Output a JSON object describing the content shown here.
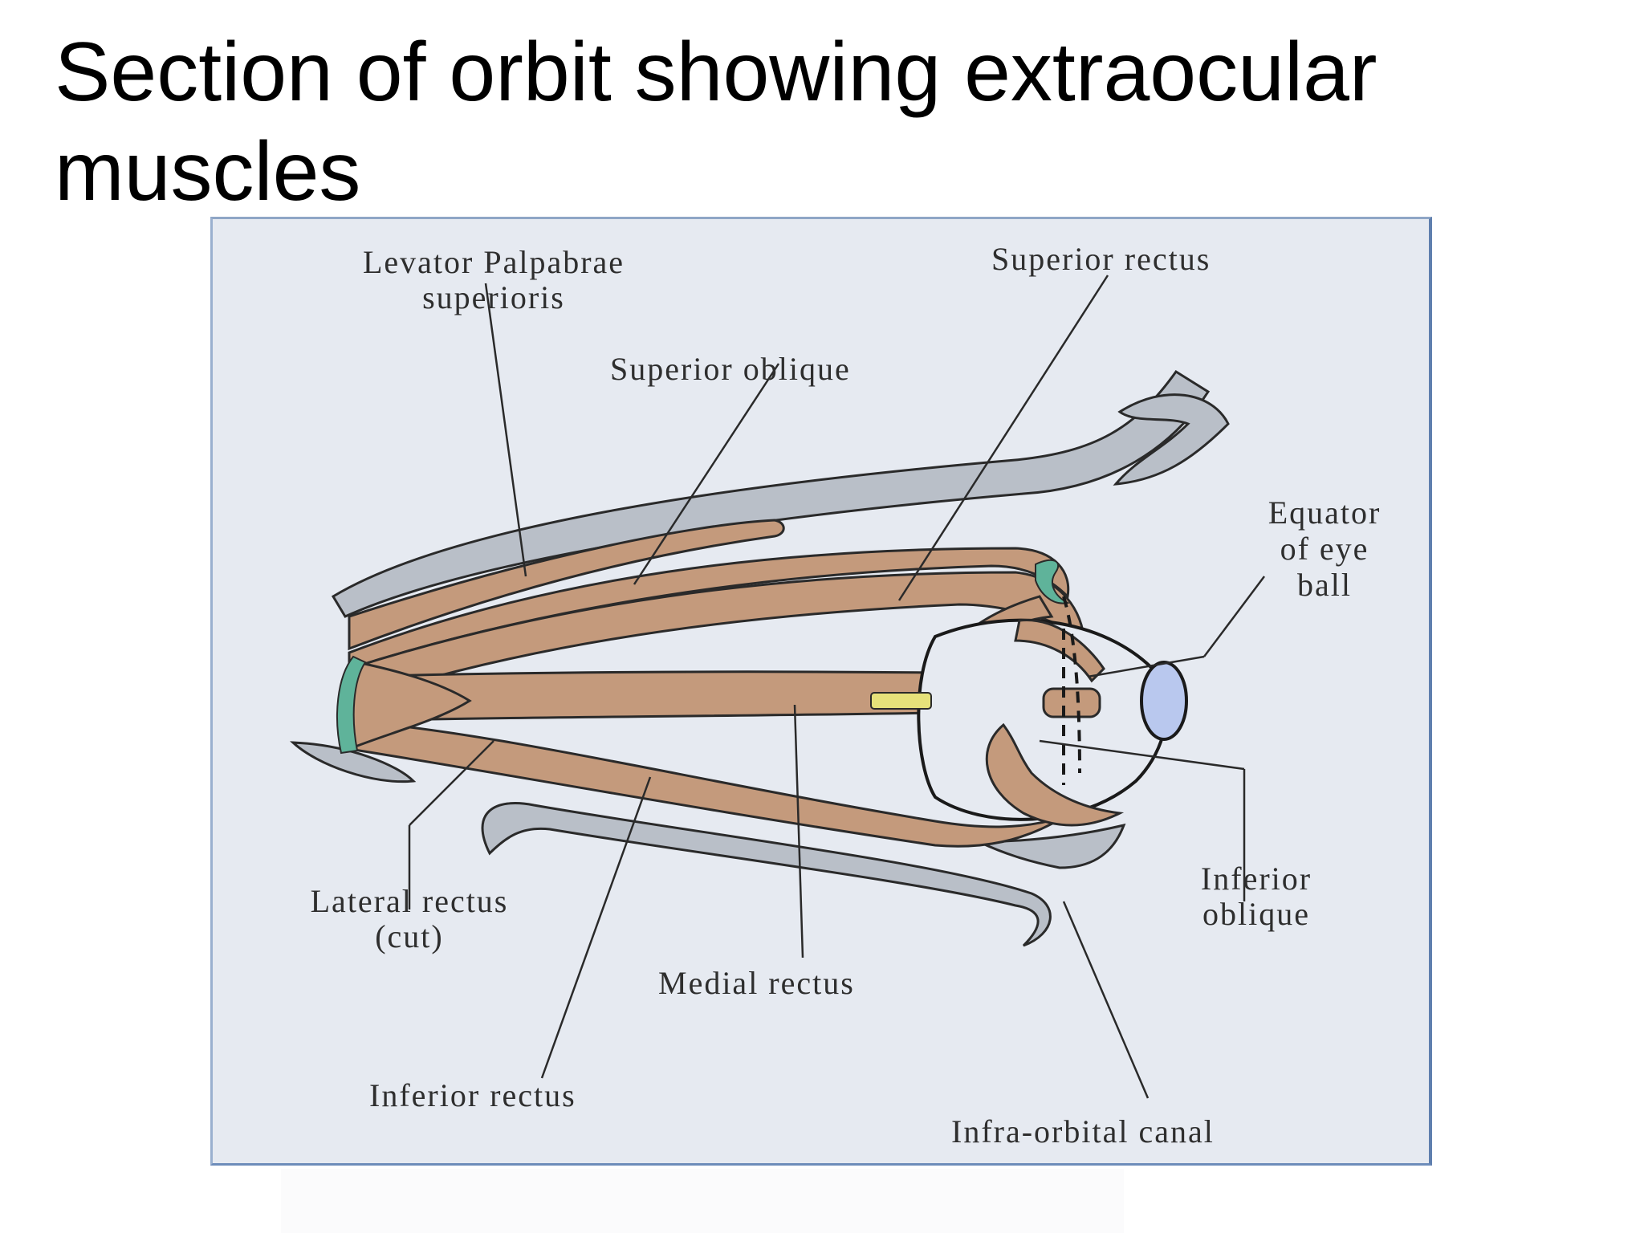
{
  "slide": {
    "title": "Section of orbit showing extraocular muscles"
  },
  "diagram": {
    "labels": {
      "levator_line1": "Levator Palpabrae",
      "levator_line2": "superioris",
      "superior_rectus": "Superior rectus",
      "superior_oblique": "Superior oblique",
      "equator_line1": "Equator",
      "equator_line2": "of eye",
      "equator_line3": "ball",
      "lateral_rectus_line1": "Lateral rectus",
      "lateral_rectus_line2": "(cut)",
      "medial_rectus": "Medial rectus",
      "inferior_oblique_line1": "Inferior",
      "inferior_oblique_line2": "oblique",
      "inferior_rectus": "Inferior rectus",
      "infra_orbital_canal": "Infra-orbital canal"
    },
    "colors": {
      "panel_background": "#e6eaf1",
      "muscle": "#c49a7c",
      "bone": "#b9bfc8",
      "tendon_ring": "#5fb39a",
      "cornea": "#b9c8ee",
      "optic_nerve": "#e6e27a"
    }
  }
}
